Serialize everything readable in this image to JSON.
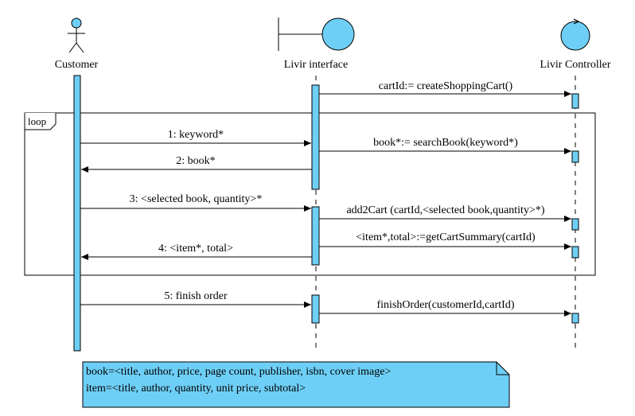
{
  "colors": {
    "fill": "#6ecff6",
    "stroke": "#000000",
    "note_fill": "#6ecff6"
  },
  "participants": {
    "customer": {
      "label": "Customer",
      "icon": "actor-icon"
    },
    "interface": {
      "label": "Livir interface",
      "icon": "boundary-icon"
    },
    "controller": {
      "label": "Livir Controller",
      "icon": "control-icon"
    }
  },
  "frame": {
    "label": "loop"
  },
  "messages": [
    {
      "id": "m-create-cart",
      "from": "interface",
      "to": "controller",
      "label": "cartId:= createShoppingCart()"
    },
    {
      "id": "m1",
      "from": "customer",
      "to": "interface",
      "label": "1: keyword*"
    },
    {
      "id": "m-search",
      "from": "interface",
      "to": "controller",
      "label": "book*:= searchBook(keyword*)"
    },
    {
      "id": "m2",
      "from": "interface",
      "to": "customer",
      "label": "2: book*"
    },
    {
      "id": "m3",
      "from": "customer",
      "to": "interface",
      "label": "3: <selected book, quantity>*"
    },
    {
      "id": "m-add2cart",
      "from": "interface",
      "to": "controller",
      "label": "add2Cart (cartId,<selected book,quantity>*)"
    },
    {
      "id": "m-summary",
      "from": "interface",
      "to": "controller",
      "label": "<item*,total>:=getCartSummary(cartId)"
    },
    {
      "id": "m4",
      "from": "interface",
      "to": "customer",
      "label": "4: <item*, total>"
    },
    {
      "id": "m5",
      "from": "customer",
      "to": "interface",
      "label": "5: finish order"
    },
    {
      "id": "m-finish",
      "from": "interface",
      "to": "controller",
      "label": "finishOrder(customerId,cartId)"
    }
  ],
  "note": {
    "line1": "book=<title, author, price, page count, publisher, isbn, cover image>",
    "line2": "item=<title, author, quantity, unit price, subtotal>"
  }
}
